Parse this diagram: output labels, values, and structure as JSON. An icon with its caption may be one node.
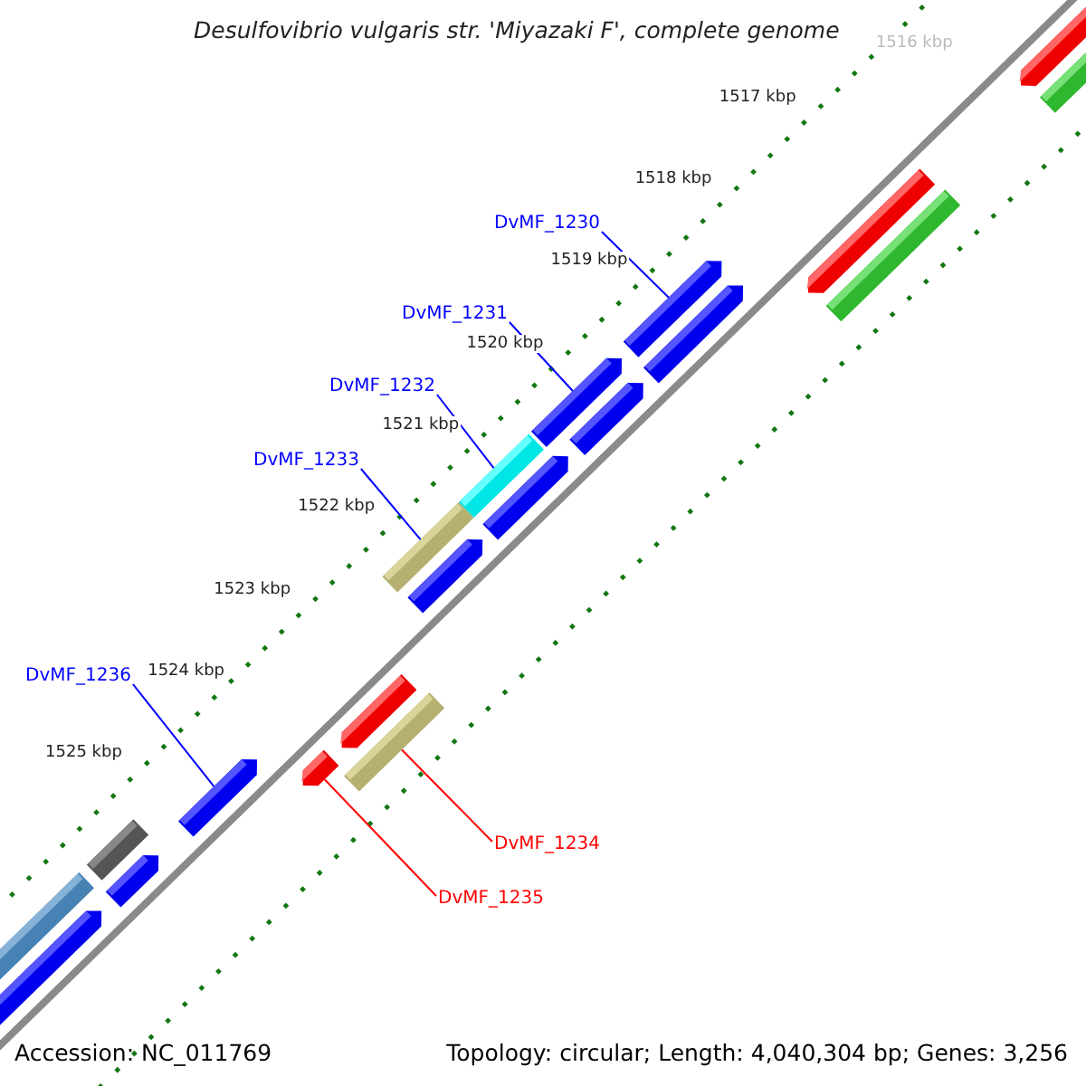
{
  "diagram": {
    "title": "Desulfovibrio vulgaris str. 'Miyazaki F', complete genome",
    "nodes": [
      {
        "text": [
          "DvMF_1230"
        ]
      },
      {
        "text": [
          "DvMF_1231"
        ]
      },
      {
        "text": [
          "DvMF_1232"
        ]
      },
      {
        "text": [
          "DvMF_1233"
        ]
      },
      {
        "text": [
          "DvMF_1236"
        ]
      },
      {
        "text": [
          "DvMF_1234"
        ]
      },
      {
        "text": [
          "DvMF_1235"
        ]
      },
      {
        "text": [],
        "shape": "arrow"
      },
      {
        "text": [],
        "shape": "arrow"
      },
      {
        "text": [],
        "shape": "bar"
      },
      {
        "text": [],
        "shape": "bar"
      },
      {
        "text": [],
        "shape": "arrow"
      },
      {
        "text": [],
        "shape": "bar"
      },
      {
        "text": [],
        "shape": "arrow"
      }
    ],
    "edges": [
      {
        "from": 0,
        "to": 7,
        "arrow": "none"
      },
      {
        "from": 1,
        "to": 8,
        "arrow": "none"
      },
      {
        "from": 2,
        "to": 9,
        "arrow": "none"
      },
      {
        "from": 3,
        "to": 10,
        "arrow": "none"
      },
      {
        "from": 4,
        "to": 11,
        "arrow": "none"
      },
      {
        "from": 5,
        "to": 12,
        "arrow": "none",
        "color": "#ff0000"
      },
      {
        "from": 6,
        "to": 13,
        "arrow": "none",
        "color": "#ff0000"
      }
    ],
    "labels": [
      "1516 kbp",
      "1517 kbp",
      "1518 kbp",
      "1519 kbp",
      "1520 kbp",
      "1521 kbp",
      "1522 kbp",
      "1523 kbp",
      "1524 kbp",
      "1525 kbp",
      "Accession: NC_011769",
      "Topology: circular; Length: 4,040,304 bp; Genes: 3,256"
    ]
  }
}
